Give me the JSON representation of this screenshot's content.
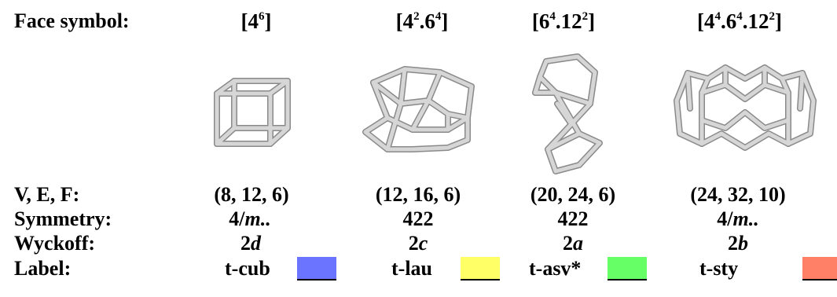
{
  "row_labels": {
    "face_symbol": "Face symbol:",
    "vef": "V, E, F:",
    "symmetry": "Symmetry:",
    "wyckoff": "Wyckoff:",
    "label": "Label:"
  },
  "columns": [
    {
      "face_symbol": {
        "base1": "[4",
        "sup1": "6",
        "base2": "",
        "sup2": "",
        "base3": "",
        "sup3": "",
        "close": "]"
      },
      "vef": "(8, 12, 6)",
      "symmetry": {
        "num": "4/",
        "ital": "m..",
        "tail": ""
      },
      "wyckoff": {
        "num": "2",
        "letter": "d"
      },
      "label": "t-cub",
      "color": "#6a74ff"
    },
    {
      "face_symbol": {
        "base1": "[4",
        "sup1": "2",
        "base2": ".6",
        "sup2": "4",
        "base3": "",
        "sup3": "",
        "close": "]"
      },
      "vef": "(12, 16, 6)",
      "symmetry": {
        "num": "422",
        "ital": "",
        "tail": ""
      },
      "wyckoff": {
        "num": "2",
        "letter": "c"
      },
      "label": "t-lau",
      "color": "#ffff66"
    },
    {
      "face_symbol": {
        "base1": "[6",
        "sup1": "4",
        "base2": ".12",
        "sup2": "2",
        "base3": "",
        "sup3": "",
        "close": "]"
      },
      "vef": "(20, 24, 6)",
      "symmetry": {
        "num": "422",
        "ital": "",
        "tail": ""
      },
      "wyckoff": {
        "num": "2",
        "letter": "a"
      },
      "label": "t-asv*",
      "color": "#66ff66"
    },
    {
      "face_symbol": {
        "base1": "[4",
        "sup1": "4",
        "base2": ".6",
        "sup2": "4",
        "base3": ".12",
        "sup3": "2",
        "close": "]"
      },
      "vef": "(24, 32, 10)",
      "symmetry": {
        "num": "4/",
        "ital": "m..",
        "tail": ""
      },
      "wyckoff": {
        "num": "2",
        "letter": "b"
      },
      "label": "t-sty",
      "color": "#ff8066"
    }
  ],
  "figures": [
    "cube-tile-figure",
    "lau-tile-figure",
    "asv-tile-figure",
    "sty-tile-figure"
  ]
}
